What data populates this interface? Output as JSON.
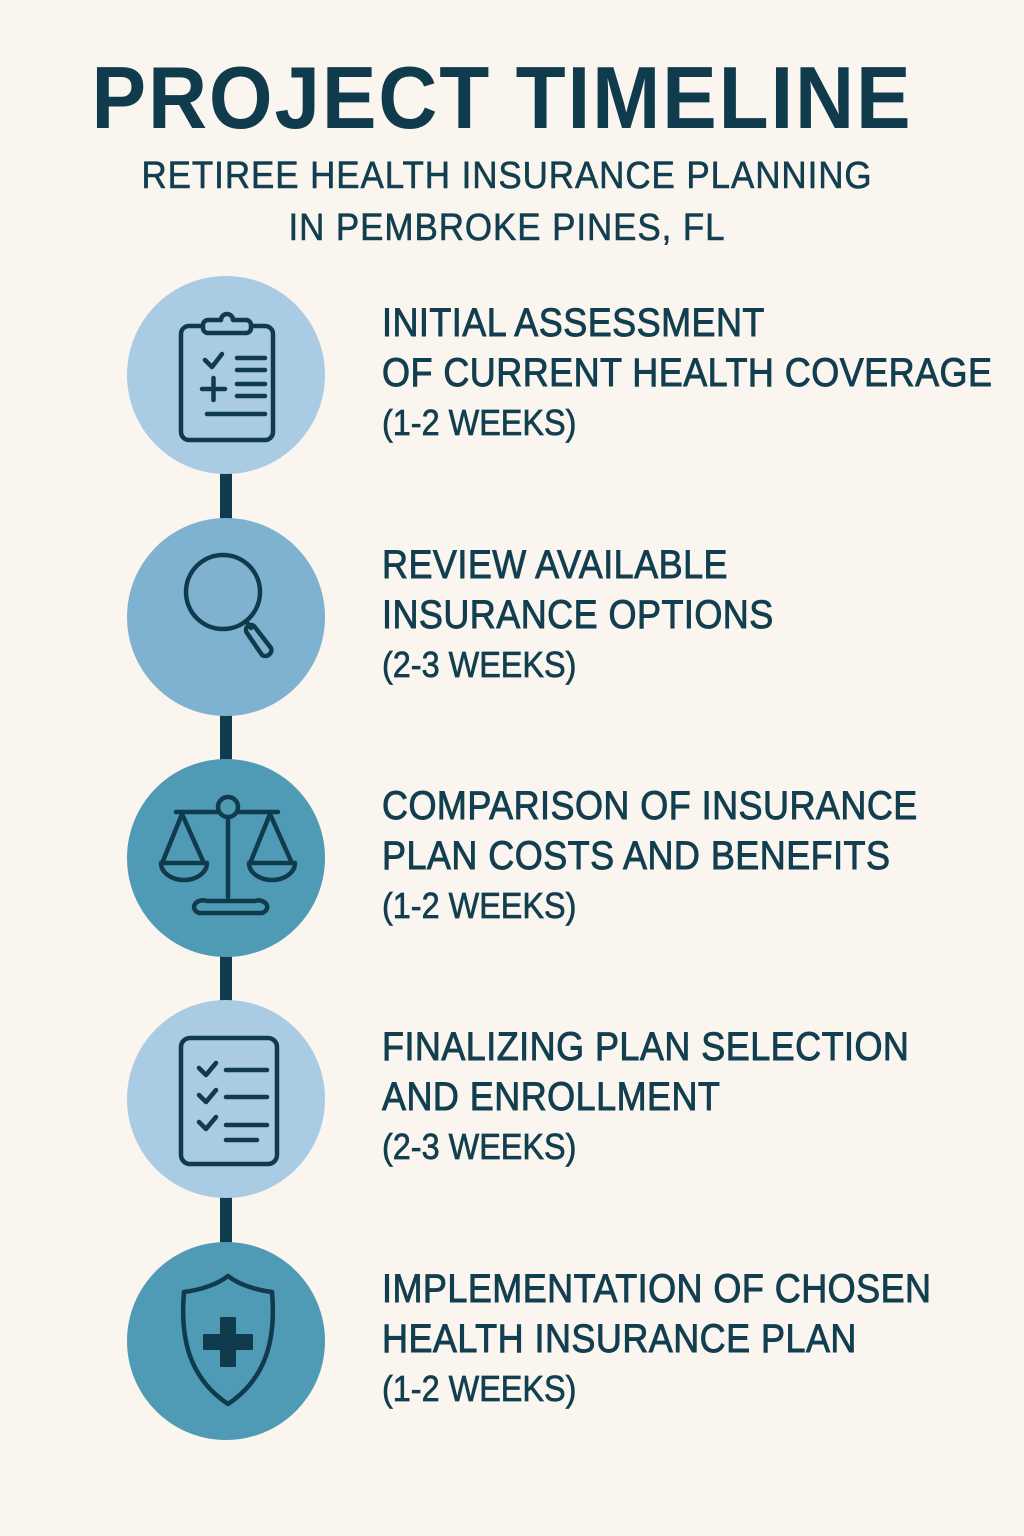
{
  "header": {
    "title": "PROJECT TIMELINE",
    "subtitle_line1": "RETIREE HEALTH INSURANCE PLANNING",
    "subtitle_line2": "IN PEMBROKE PINES, FL"
  },
  "colors": {
    "background": "#faf5ef",
    "text": "#123f4f",
    "connector": "#0f3b4c",
    "circle_light": "#a9cbe3",
    "circle_medium": "#7fb1d1",
    "circle_teal": "#4f9ab4"
  },
  "steps": [
    {
      "icon": "clipboard-icon",
      "title_line1": "INITIAL ASSESSMENT",
      "title_line2": "OF CURRENT HEALTH COVERAGE",
      "duration": "(1-2 WEEKS)"
    },
    {
      "icon": "magnifying-glass-icon",
      "title_line1": "REVIEW AVAILABLE",
      "title_line2": "INSURANCE OPTIONS",
      "duration": "(2-3 WEEKS)"
    },
    {
      "icon": "balance-scale-icon",
      "title_line1": "COMPARISON OF INSURANCE",
      "title_line2": "PLAN COSTS AND BENEFITS",
      "duration": "(1-2 WEEKS)"
    },
    {
      "icon": "checklist-icon",
      "title_line1": "FINALIZING PLAN SELECTION",
      "title_line2": "AND ENROLLMENT",
      "duration": "(2-3 WEEKS)"
    },
    {
      "icon": "shield-cross-icon",
      "title_line1": "IMPLEMENTATION OF CHOSEN",
      "title_line2": "HEALTH INSURANCE PLAN",
      "duration": "(1-2 WEEKS)"
    }
  ]
}
